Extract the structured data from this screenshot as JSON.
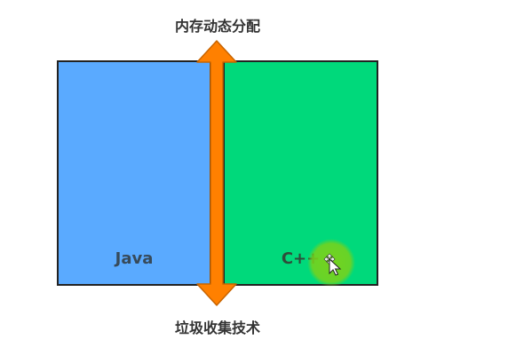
{
  "diagram": {
    "top_caption": "内存动态分配",
    "bottom_caption": "垃圾收集技术",
    "left_box": {
      "label": "Java",
      "color": "#5aaaff"
    },
    "right_box": {
      "label": "C++",
      "color": "#00d97b"
    },
    "arrow": {
      "color": "#ff8000",
      "outline": "#c86400"
    },
    "cursor_highlight": {
      "color": "#7ad21a",
      "icon": "move-cursor-icon"
    }
  }
}
